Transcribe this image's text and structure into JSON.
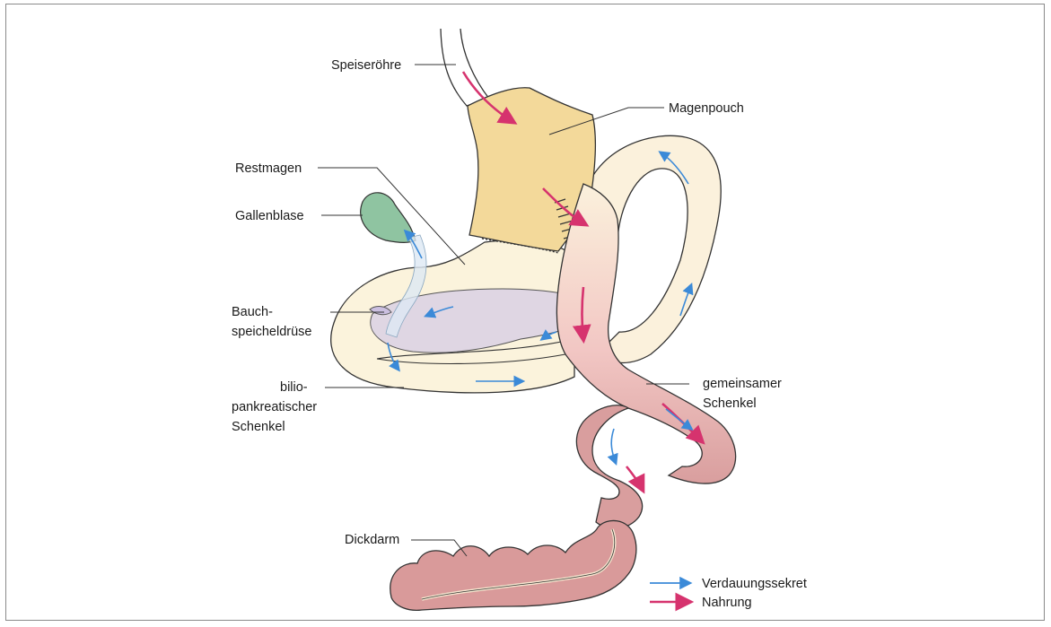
{
  "labels": {
    "speiseroehre": "Speiseröhre",
    "magenpouch": "Magenpouch",
    "restmagen": "Restmagen",
    "gallenblase": "Gallenblase",
    "bauch_1": "Bauch-",
    "bauch_2": "speicheldrüse",
    "bilio_1": "bilio-",
    "bilio_2": "pankreatischer",
    "bilio_3": "Schenkel",
    "gemeinsamer_1": "gemeinsamer",
    "gemeinsamer_2": "Schenkel",
    "dickdarm": "Dickdarm"
  },
  "legend": {
    "secretion": "Verdauungssekret",
    "food": "Nahrung"
  },
  "colors": {
    "stomach_pouch": "#f3d99a",
    "remnant_stomach": "#fbf3dc",
    "gallbladder": "#8fc4a1",
    "pancreas": "#d6cce6",
    "common_limb": "#d99e9e",
    "colon": "#d99a9a",
    "secretion_arrow": "#3b8ad8",
    "food_arrow": "#d6336e"
  }
}
